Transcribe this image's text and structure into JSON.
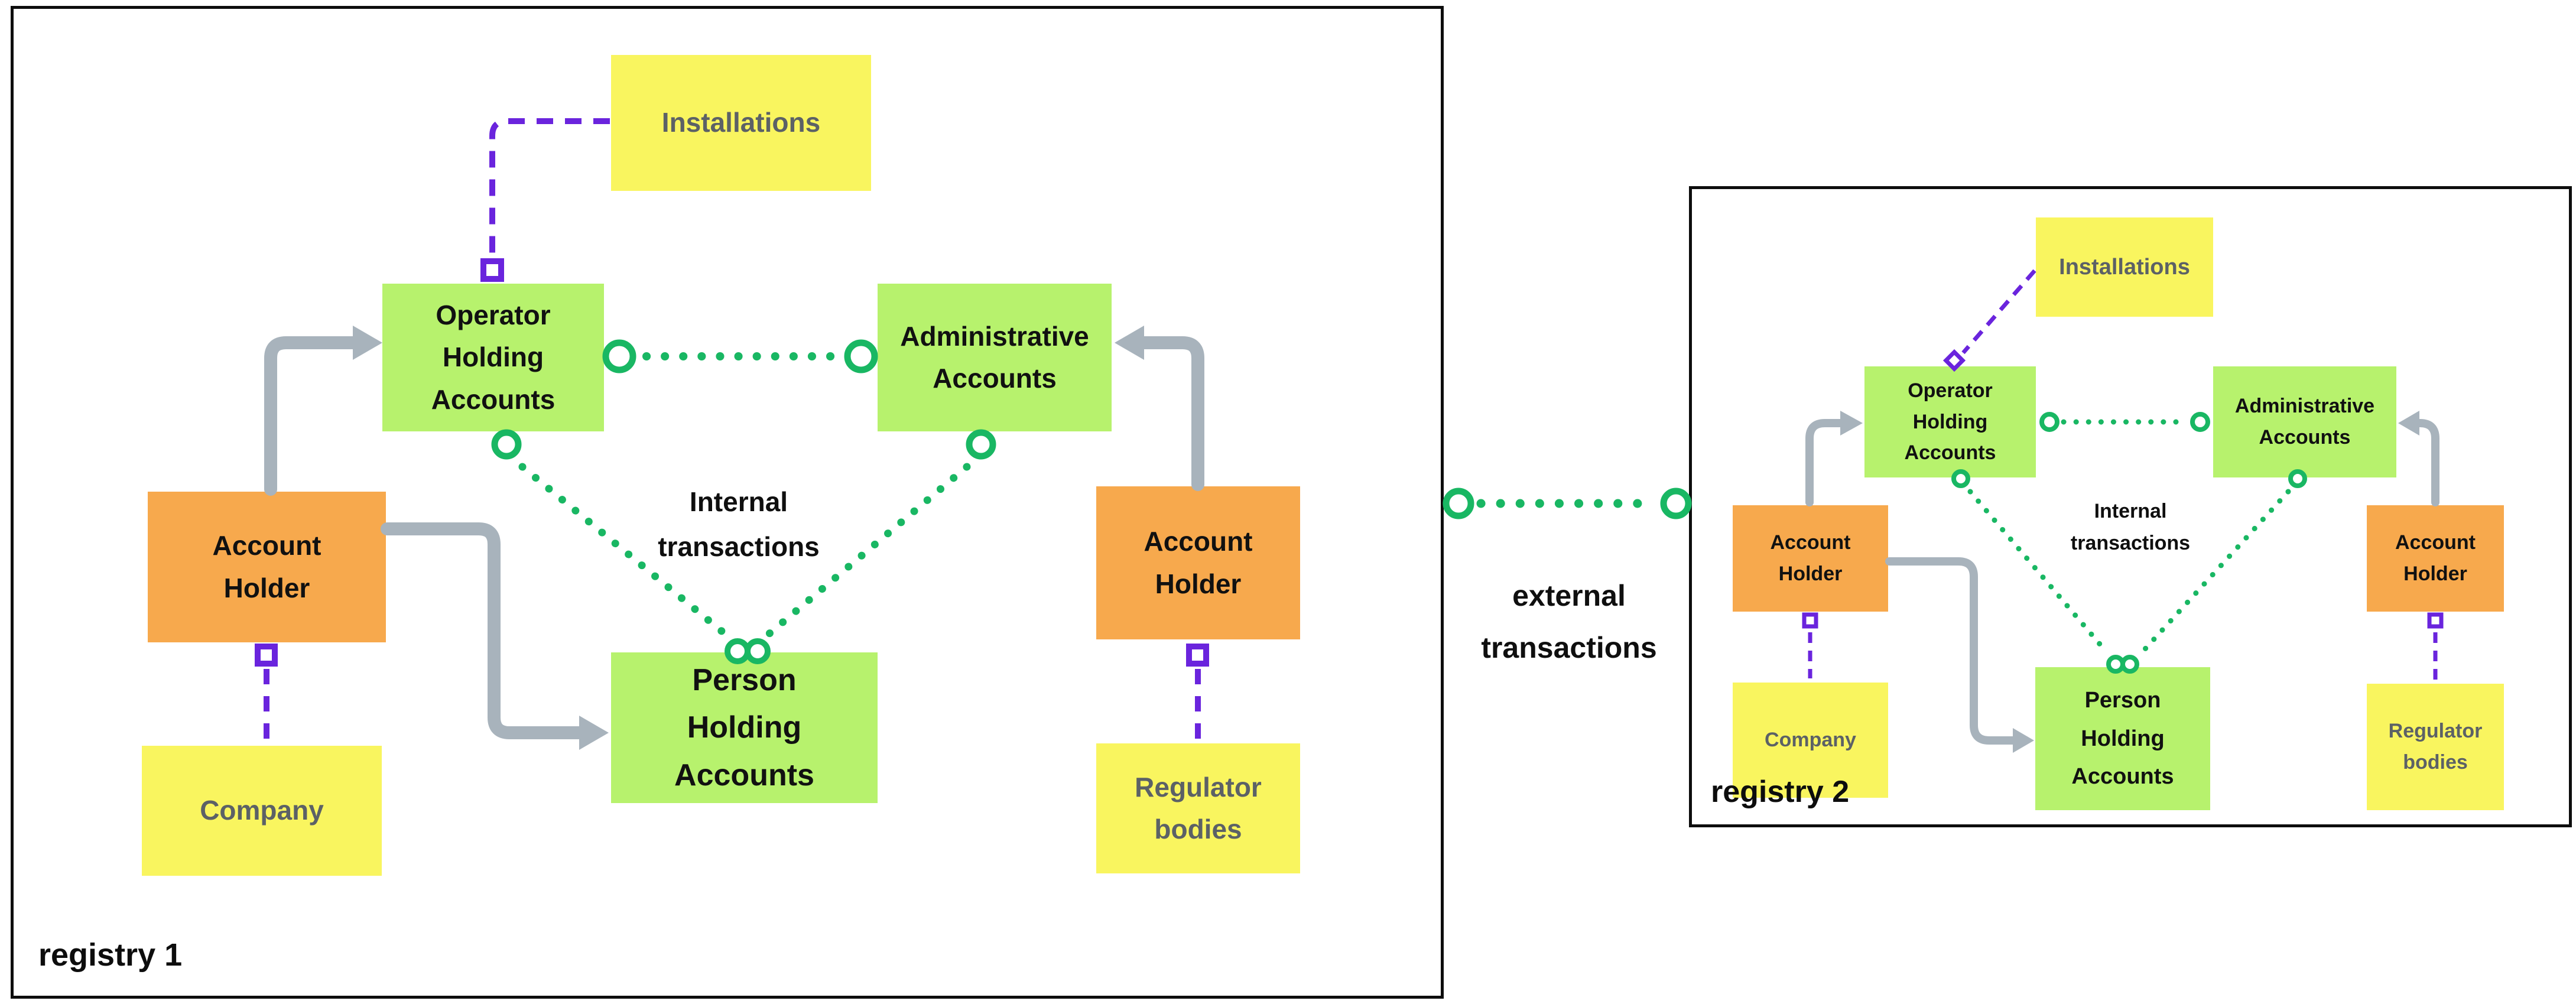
{
  "colors": {
    "account_green": "#b7f26d",
    "account_orange": "#f7a94d",
    "entity_yellow": "#f9f55f",
    "link_green": "#19b763",
    "link_purple": "#6a24dd",
    "arrow_gray": "#a8b3bc",
    "text_black": "#0f0f0f",
    "text_gray": "#5c6166",
    "frame_black": "#0d0d0d"
  },
  "external": {
    "label": "external transactions"
  },
  "registry1": {
    "label": "registry 1",
    "internal_label": "Internal transactions",
    "nodes": {
      "installations": "Installations",
      "operator_holding_accounts": "Operator Holding Accounts",
      "administrative_accounts": "Administrative Accounts",
      "person_holding_accounts": "Person Holding Accounts",
      "account_holder_left": "Account Holder",
      "account_holder_right": "Account Holder",
      "company": "Company",
      "regulator_bodies": "Regulator bodies"
    }
  },
  "registry2": {
    "label": "registry 2",
    "internal_label": "Internal transactions",
    "nodes": {
      "installations": "Installations",
      "operator_holding_accounts": "Operator Holding Accounts",
      "administrative_accounts": "Administrative Accounts",
      "person_holding_accounts": "Person Holding Accounts",
      "account_holder_left": "Account Holder",
      "account_holder_right": "Account Holder",
      "company": "Company",
      "regulator_bodies": "Regulator bodies"
    }
  }
}
